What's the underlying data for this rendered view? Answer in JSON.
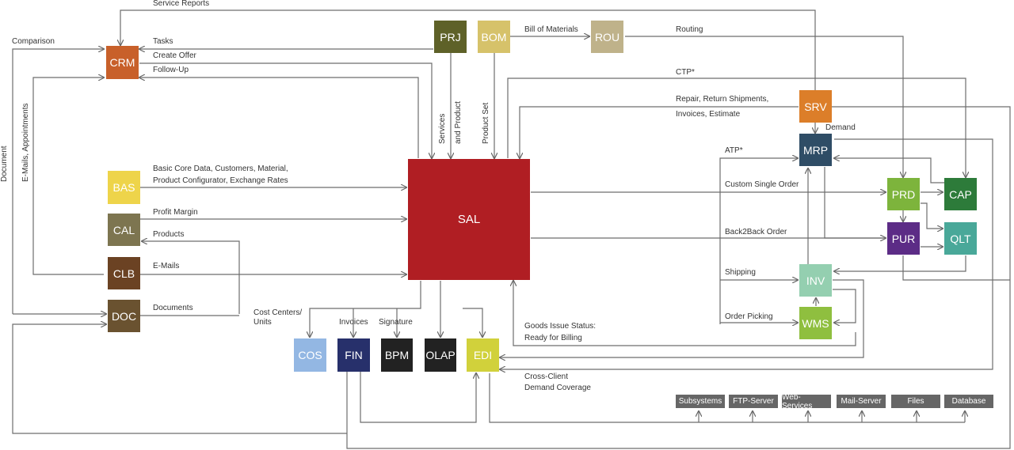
{
  "modules": {
    "crm": {
      "label": "CRM",
      "color": "#c8602a"
    },
    "prj": {
      "label": "PRJ",
      "color": "#5e6128"
    },
    "bom": {
      "label": "BOM",
      "color": "#d6c26a"
    },
    "rou": {
      "label": "ROU",
      "color": "#bfb28a"
    },
    "srv": {
      "label": "SRV",
      "color": "#dc7e29"
    },
    "mrp": {
      "label": "MRP",
      "color": "#2f4d66"
    },
    "prd": {
      "label": "PRD",
      "color": "#7db43c"
    },
    "cap": {
      "label": "CAP",
      "color": "#2d7b3a"
    },
    "pur": {
      "label": "PUR",
      "color": "#5c2c86"
    },
    "qlt": {
      "label": "QLT",
      "color": "#49a899"
    },
    "inv": {
      "label": "INV",
      "color": "#94cfb0"
    },
    "wms": {
      "label": "WMS",
      "color": "#8fbf3f"
    },
    "bas": {
      "label": "BAS",
      "color": "#eed44a"
    },
    "cal": {
      "label": "CAL",
      "color": "#7d7550"
    },
    "clb": {
      "label": "CLB",
      "color": "#6b4223"
    },
    "doc": {
      "label": "DOC",
      "color": "#6a5230"
    },
    "sal": {
      "label": "SAL",
      "color": "#b01e23"
    },
    "cos": {
      "label": "COS",
      "color": "#93b7e3"
    },
    "fin": {
      "label": "FIN",
      "color": "#27306b"
    },
    "bpm": {
      "label": "BPM",
      "color": "#222222"
    },
    "olap": {
      "label": "OLAP",
      "color": "#222222"
    },
    "edi": {
      "label": "EDI",
      "color": "#d1d13b"
    }
  },
  "systems": {
    "subsystems": "Subsystems",
    "ftp": "FTP-Server",
    "web": "Web-Services",
    "mail": "Mail-Server",
    "files": "Files",
    "db": "Database"
  },
  "labels": {
    "service_reports": "Service Reports",
    "comparison": "Comparison",
    "tasks": "Tasks",
    "create_offer": "Create Offer",
    "follow_up": "Follow-Up",
    "bill_of_materials": "Bill of Materials",
    "routing": "Routing",
    "ctp": "CTP*",
    "repair_1": "Repair, Return Shipments,",
    "repair_2": "Invoices, Estimate",
    "demand": "Demand",
    "atp": "ATP*",
    "custom_single_order": "Custom Single Order",
    "back2back_order": "Back2Back Order",
    "shipping": "Shipping",
    "order_picking": "Order Picking",
    "goods_issue_1": "Goods Issue Status:",
    "goods_issue_2": "Ready for Billing",
    "cross_client_1": "Cross-Client",
    "cross_client_2": "Demand Coverage",
    "basic_core_1": "Basic Core Data, Customers, Material,",
    "basic_core_2": "Product Configurator, Exchange Rates",
    "profit_margin": "Profit Margin",
    "products": "Products",
    "e_mails": "E-Mails",
    "documents": "Documents",
    "cost_centers_1": "Cost Centers/",
    "cost_centers_2": "Units",
    "invoices": "Invoices",
    "signature": "Signature",
    "services_1": "Services",
    "services_2": "and Product",
    "product_set": "Product Set",
    "document_v": "Document",
    "emails_appointments": "E-Mails, Appointments"
  }
}
